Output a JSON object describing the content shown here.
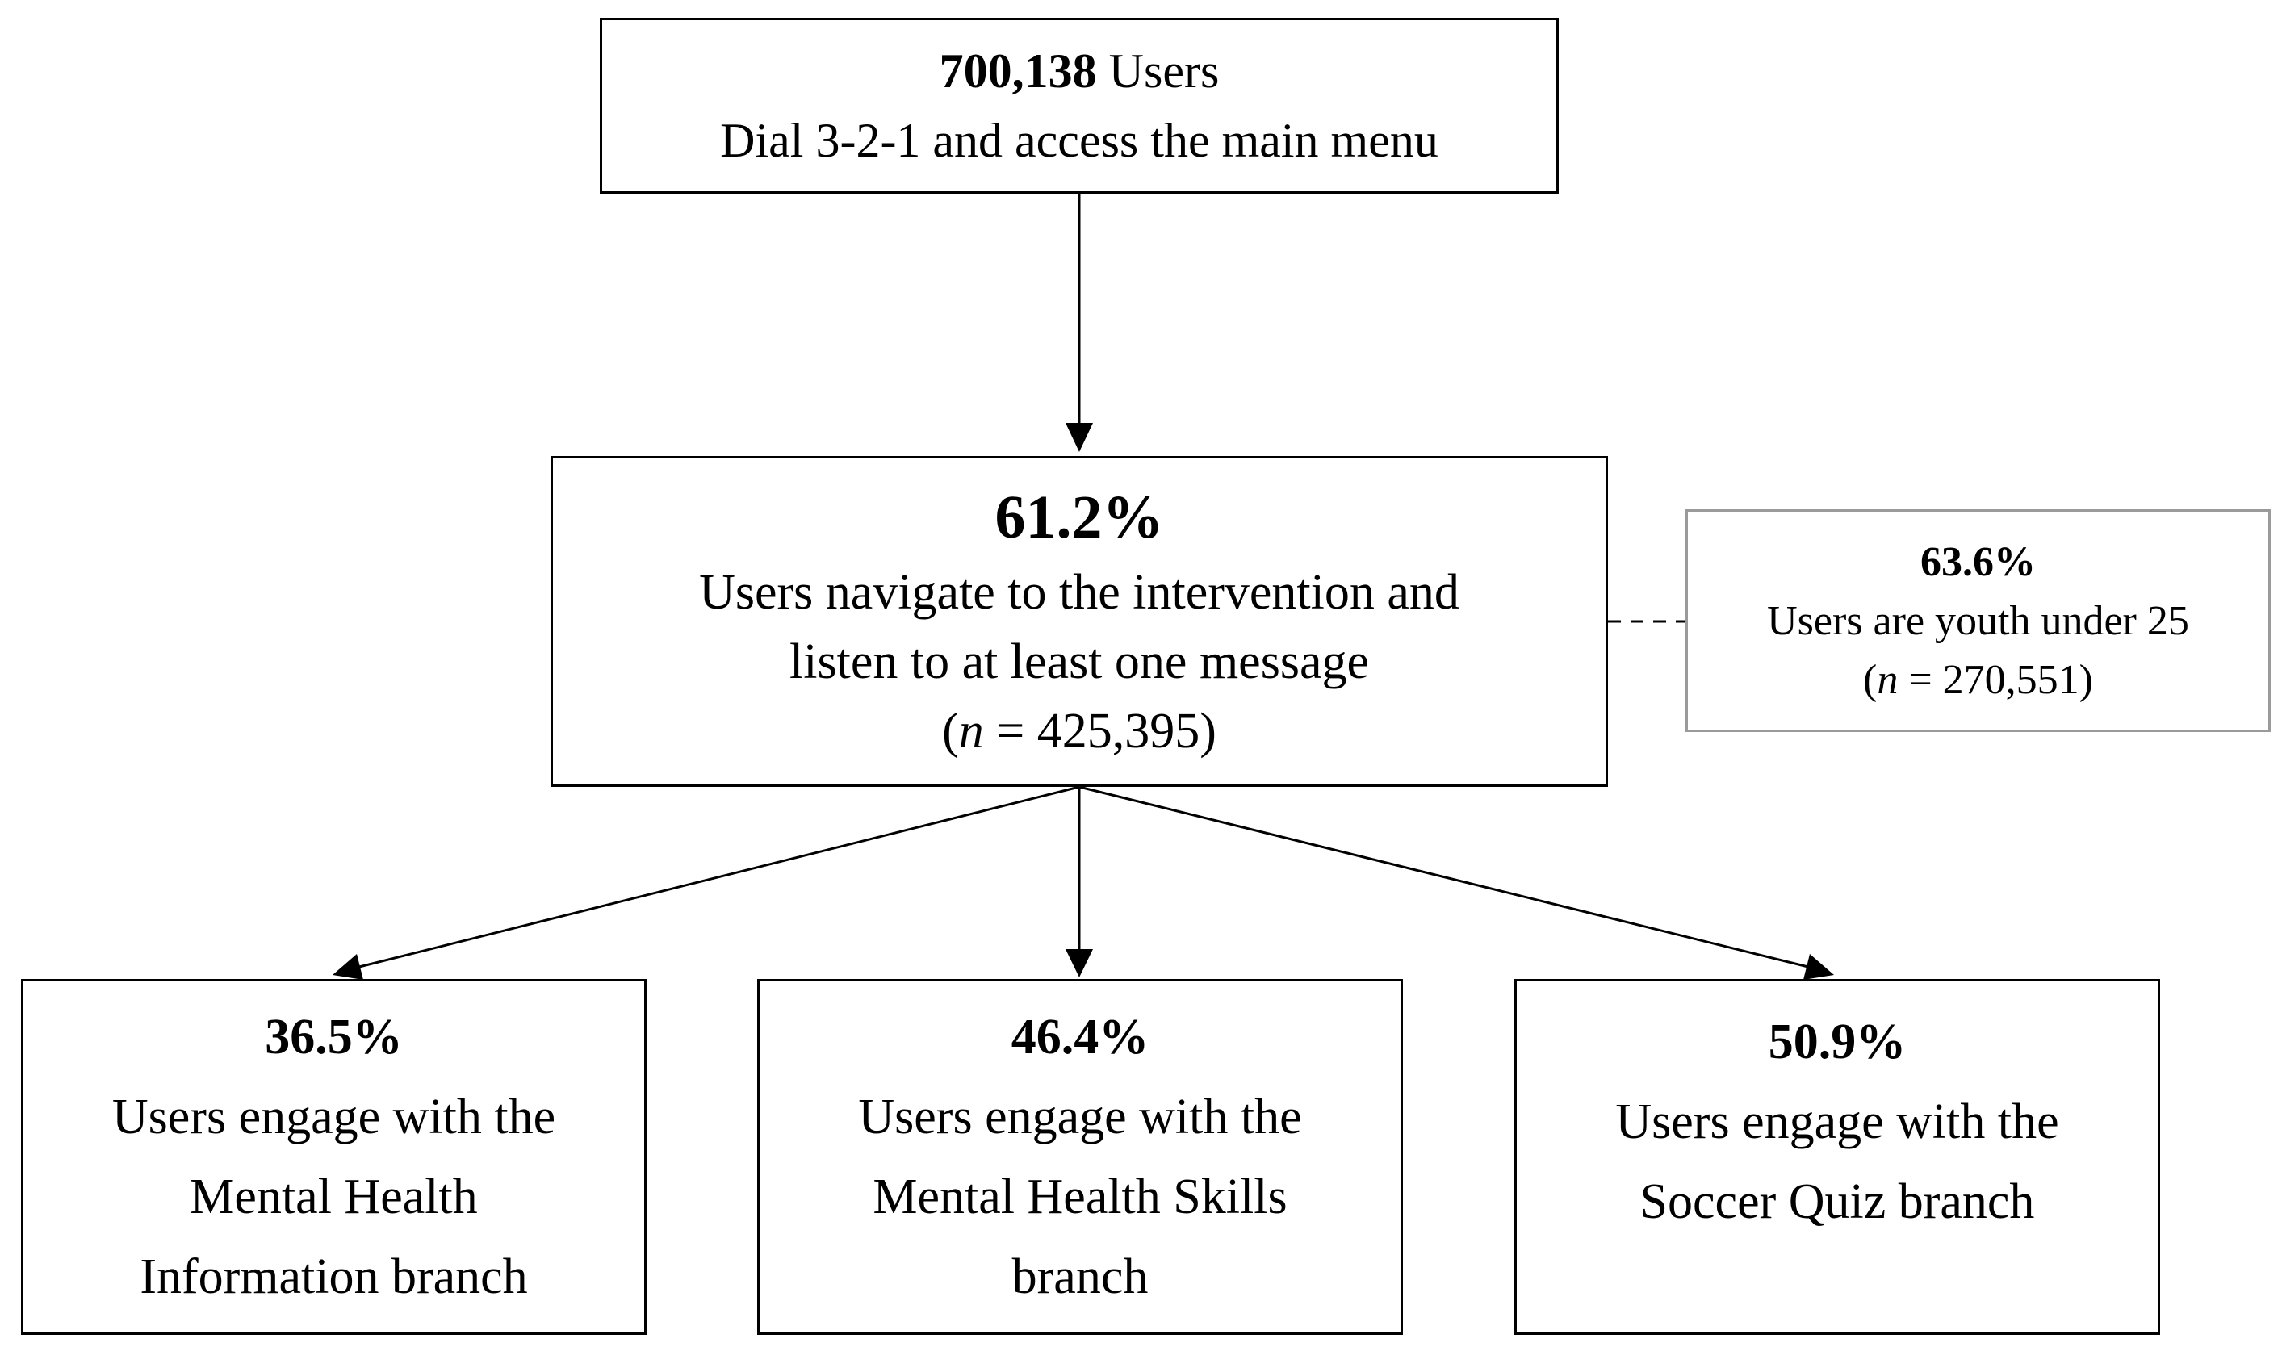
{
  "top": {
    "count": "700,138",
    "count_suffix": " Users",
    "line2": "Dial 3-2-1 and access the main menu"
  },
  "middle": {
    "percent": "61.2%",
    "line1": "Users navigate to the intervention and",
    "line2": "listen to at least one message",
    "n_open": "(",
    "n_var": "n",
    "n_rest": " = 425,395)"
  },
  "side": {
    "percent": "63.6%",
    "line1": "Users are youth under 25",
    "n_open": "(",
    "n_var": "n",
    "n_rest": " = 270,551)"
  },
  "branches": [
    {
      "percent": "36.5%",
      "line1": "Users engage with the",
      "line2": "Mental Health",
      "line3": "Information branch"
    },
    {
      "percent": "46.4%",
      "line1": "Users engage with the",
      "line2": "Mental Health Skills",
      "line3": "branch"
    },
    {
      "percent": "50.9%",
      "line1": "Users engage with the",
      "line2": "Soccer Quiz branch",
      "line3": ""
    }
  ],
  "colors": {
    "box_border": "#000000",
    "side_border": "#9a9a9a",
    "connector": "#000000"
  }
}
